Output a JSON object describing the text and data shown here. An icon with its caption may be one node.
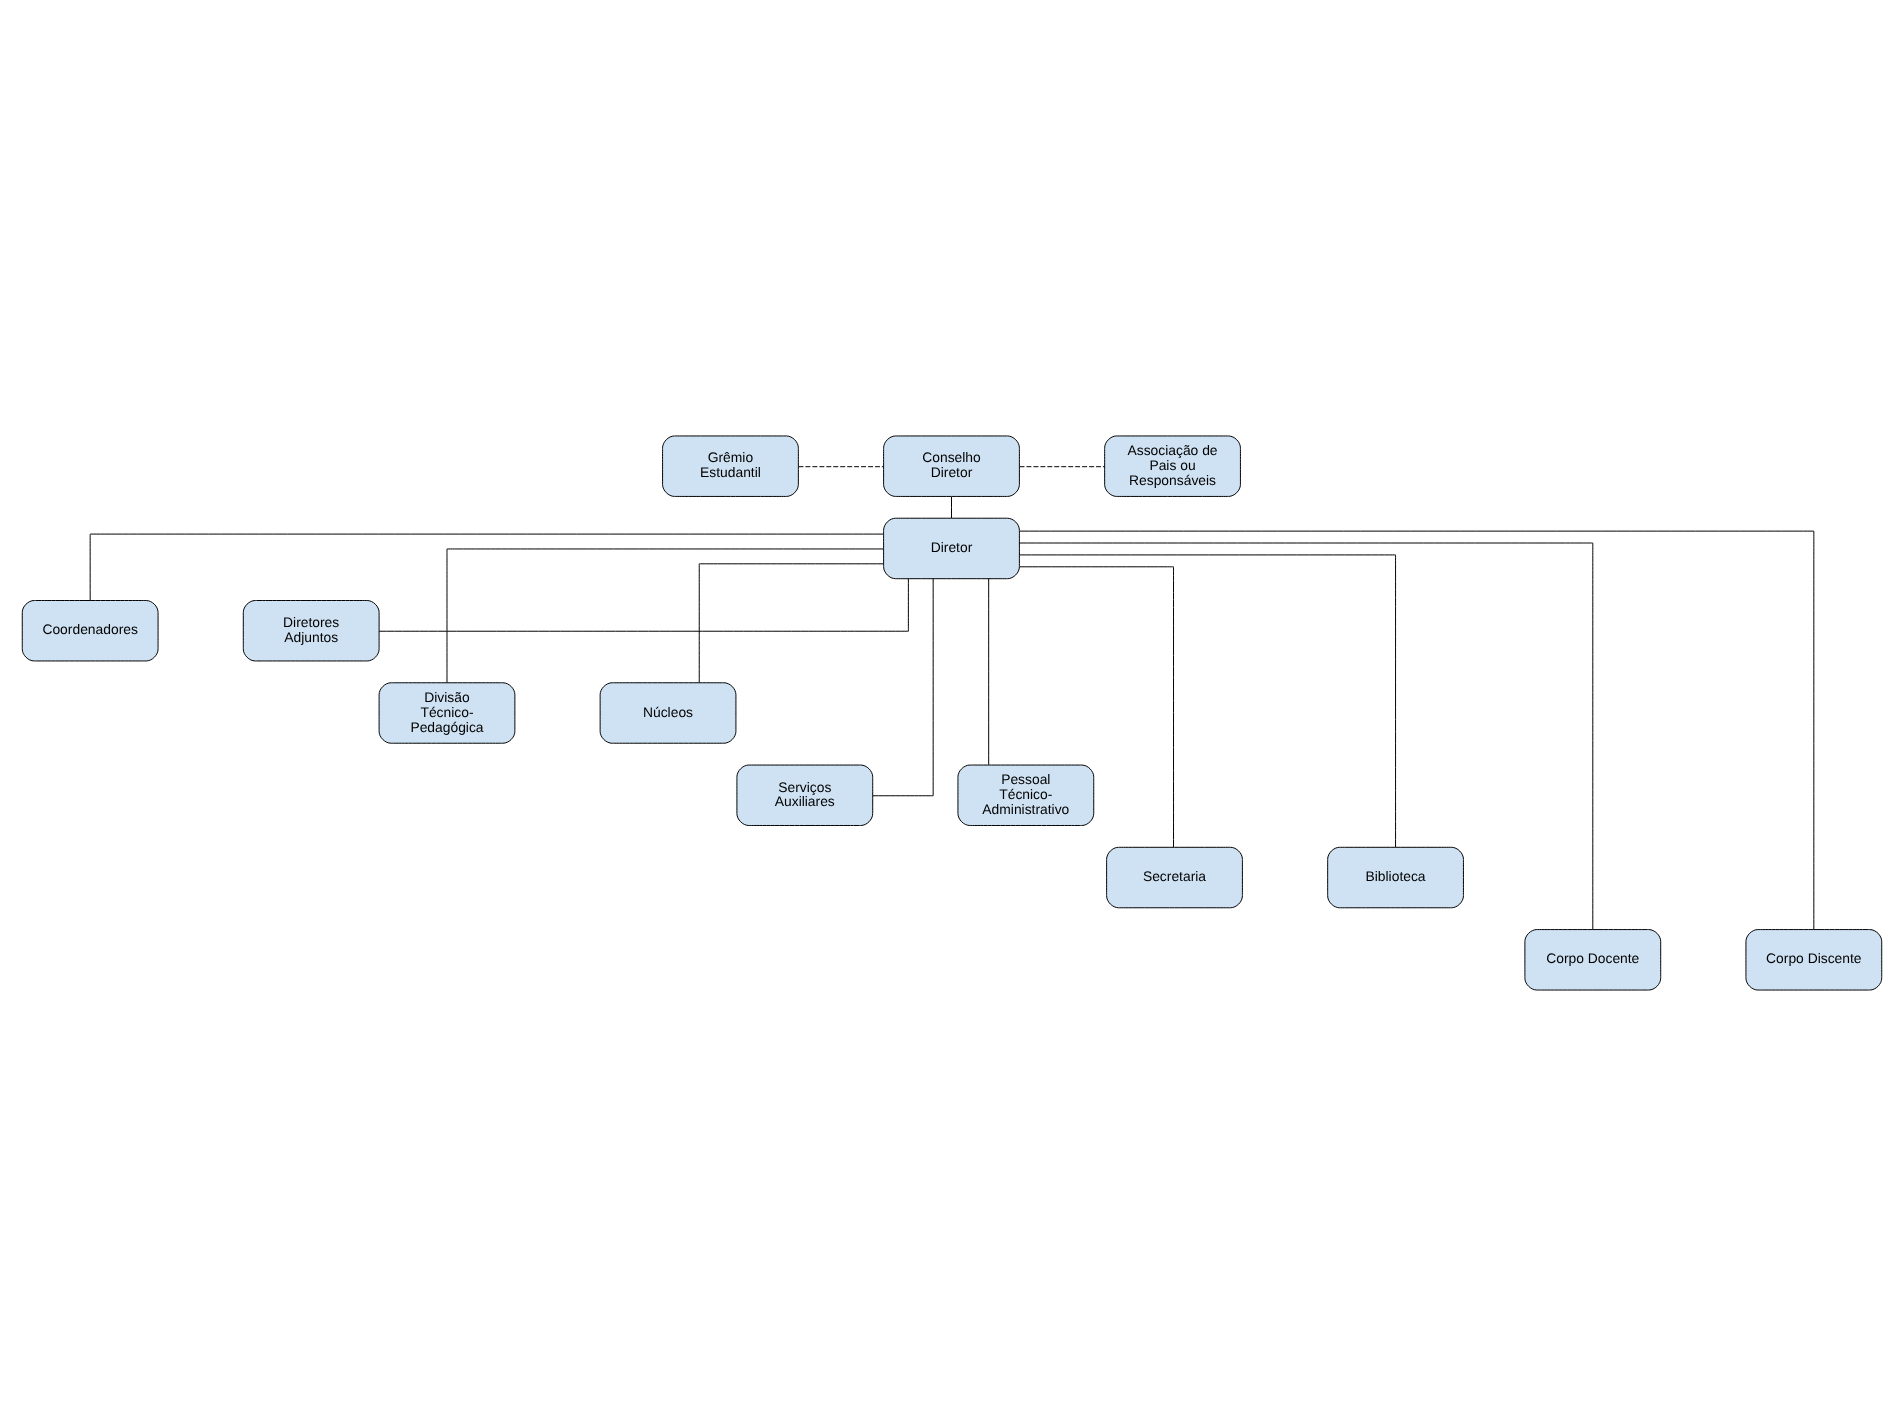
{
  "diagram": {
    "nodes": [
      {
        "text": [
          "Grêmio Estudantil"
        ]
      },
      {
        "text": [
          "Conselho Diretor"
        ]
      },
      {
        "text": [
          "Associação de Pais ou Responsáveis"
        ]
      },
      {
        "text": [
          "Diretor"
        ]
      },
      {
        "text": [
          "Coordenadores"
        ]
      },
      {
        "text": [
          "Diretores Adjuntos"
        ]
      },
      {
        "text": [
          "Divisão Técnico-Pedagógica"
        ]
      },
      {
        "text": [
          "Núcleos"
        ]
      },
      {
        "text": [
          "Serviços Auxiliares"
        ]
      },
      {
        "text": [
          "Pessoal Técnico-Administrativo"
        ]
      },
      {
        "text": [
          "Secretaria"
        ]
      },
      {
        "text": [
          "Biblioteca"
        ]
      },
      {
        "text": [
          "Corpo Docente"
        ]
      },
      {
        "text": [
          "Corpo Discente"
        ]
      }
    ],
    "edges": [
      {
        "from": 0,
        "to": 1,
        "arrow": "none",
        "style": "dashed"
      },
      {
        "from": 1,
        "to": 2,
        "arrow": "none",
        "style": "dashed"
      },
      {
        "from": 1,
        "to": 3,
        "arrow": "none"
      },
      {
        "from": 3,
        "to": 4,
        "arrow": "none"
      },
      {
        "from": 3,
        "to": 5,
        "arrow": "none"
      },
      {
        "from": 3,
        "to": 6,
        "arrow": "none"
      },
      {
        "from": 3,
        "to": 7,
        "arrow": "none"
      },
      {
        "from": 3,
        "to": 8,
        "arrow": "none"
      },
      {
        "from": 3,
        "to": 9,
        "arrow": "none"
      },
      {
        "from": 3,
        "to": 10,
        "arrow": "none"
      },
      {
        "from": 3,
        "to": 11,
        "arrow": "none"
      },
      {
        "from": 3,
        "to": 12,
        "arrow": "none"
      },
      {
        "from": 3,
        "to": 13,
        "arrow": "none"
      }
    ]
  }
}
